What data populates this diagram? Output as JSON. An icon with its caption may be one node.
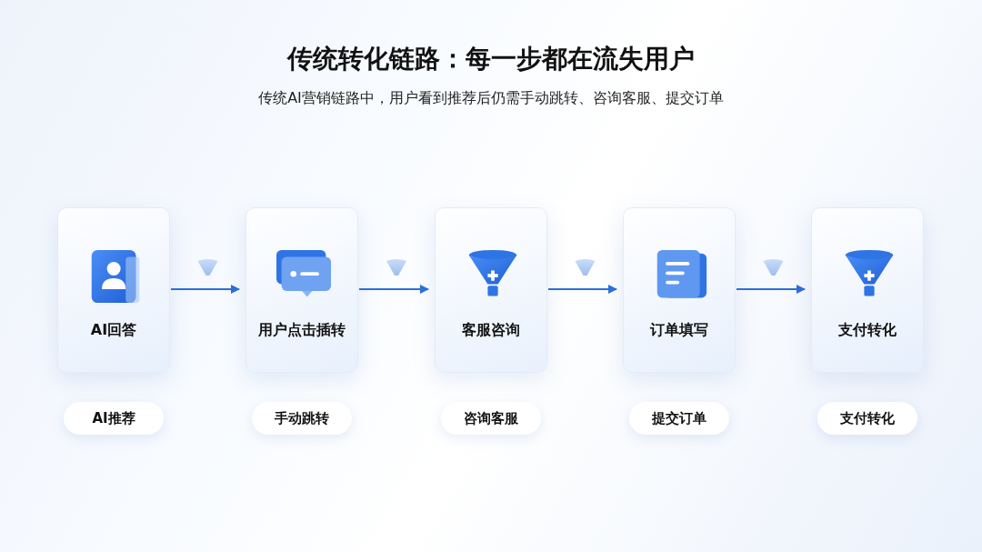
{
  "diagram": {
    "title": "传统转化链路：每一步都在流失用户",
    "caption": "传统AI营销链路中，用户看到推荐后仍需手动跳转、咨询客服、提交订单",
    "nodes": [
      {
        "text": [
          "AI回答"
        ]
      },
      {
        "text": [
          "用户点击插转"
        ]
      },
      {
        "text": [
          "客服咨询"
        ]
      },
      {
        "text": [
          "订单填写"
        ]
      },
      {
        "text": [
          "支付转化"
        ]
      },
      {
        "text": [
          "AI推荐"
        ]
      },
      {
        "text": [
          "手动跳转"
        ]
      },
      {
        "text": [
          "咨询客服"
        ]
      },
      {
        "text": [
          "提交订单"
        ]
      },
      {
        "text": [
          "支付转化"
        ]
      }
    ],
    "edges": [
      {
        "from": 0,
        "to": 1,
        "arrow": "to"
      },
      {
        "from": 1,
        "to": 2,
        "arrow": "to"
      },
      {
        "from": 2,
        "to": 3,
        "arrow": "to"
      },
      {
        "from": 3,
        "to": 4,
        "arrow": "to"
      }
    ]
  }
}
